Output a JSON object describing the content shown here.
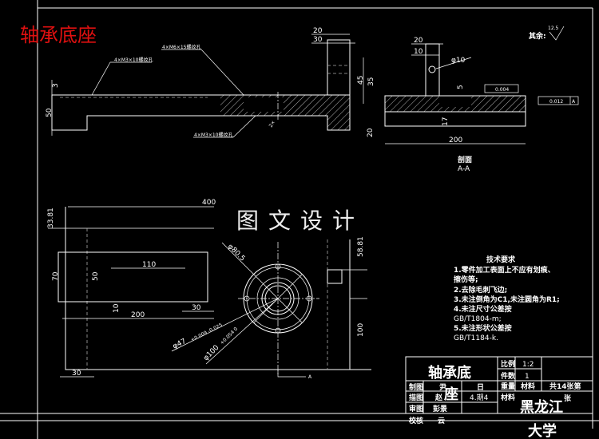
{
  "title": "轴承底座",
  "watermark": "图文设计",
  "roughness": {
    "label": "其余:",
    "value": "12.5"
  },
  "top_view": {
    "dims": {
      "d3": "3",
      "d50": "50",
      "d20a": "20",
      "d30": "30",
      "d45": "45",
      "d35": "35",
      "d20b": "20"
    },
    "callouts": [
      "4×M3×10螺纹孔",
      "4×M6×15螺纹孔",
      "4×M3×10螺纹孔"
    ],
    "chamfer": "2×"
  },
  "section": {
    "dims": {
      "d20": "20",
      "d10": "10",
      "phi": "φ10",
      "d5": "5",
      "d17": "17",
      "d200": "200"
    },
    "tol1": "0.004",
    "tol2": "0.012",
    "datum": "A",
    "label_line1": "剖面",
    "label_line2": "A-A"
  },
  "plan_view": {
    "dims": {
      "d400": "400",
      "d3381": "33.81",
      "d70": "70",
      "d50": "50",
      "d110": "110",
      "d10": "10",
      "d200": "200",
      "d30a": "30",
      "d30b": "30",
      "d5881": "58.81",
      "d100": "100"
    },
    "phi_bolt": "φ80.5",
    "phi47": "φ47",
    "phi47_tol": "+0.009 -0.025",
    "phi100": "φ100",
    "phi100_tol": "+0.054 0",
    "section_mark": "A"
  },
  "tech_req": {
    "heading": "技术要求",
    "lines": [
      "1.零件加工表面上不应有划痕、",
      "擦伤等;",
      "2.去除毛刺飞边;",
      "3.未注倒角为C1,未注圆角为R1;",
      "4.未注尺寸公差按",
      "GB/T1804-m;",
      "5.未注形状公差按",
      "GB/T1184-k."
    ]
  },
  "title_block": {
    "part_name_1": "轴承底",
    "part_name_2": "座",
    "scale_label": "比例",
    "scale_value": "1:2",
    "qty_label": "件数",
    "qty_value": "1",
    "weight_label": "重量",
    "material_col": "材料",
    "sheets": "共14张第",
    "sheet_suffix": "张",
    "material_label": "材料",
    "rows": [
      {
        "role": "制图",
        "name": "尹",
        "date": "日"
      },
      {
        "role": "描图",
        "name": "赵",
        "date": "4.期4"
      },
      {
        "role": "审图",
        "name": "彭景",
        "date": ""
      },
      {
        "role": "校核",
        "name": "云",
        "date": ""
      }
    ],
    "school_1": "黑龙江",
    "school_2": "大学"
  }
}
